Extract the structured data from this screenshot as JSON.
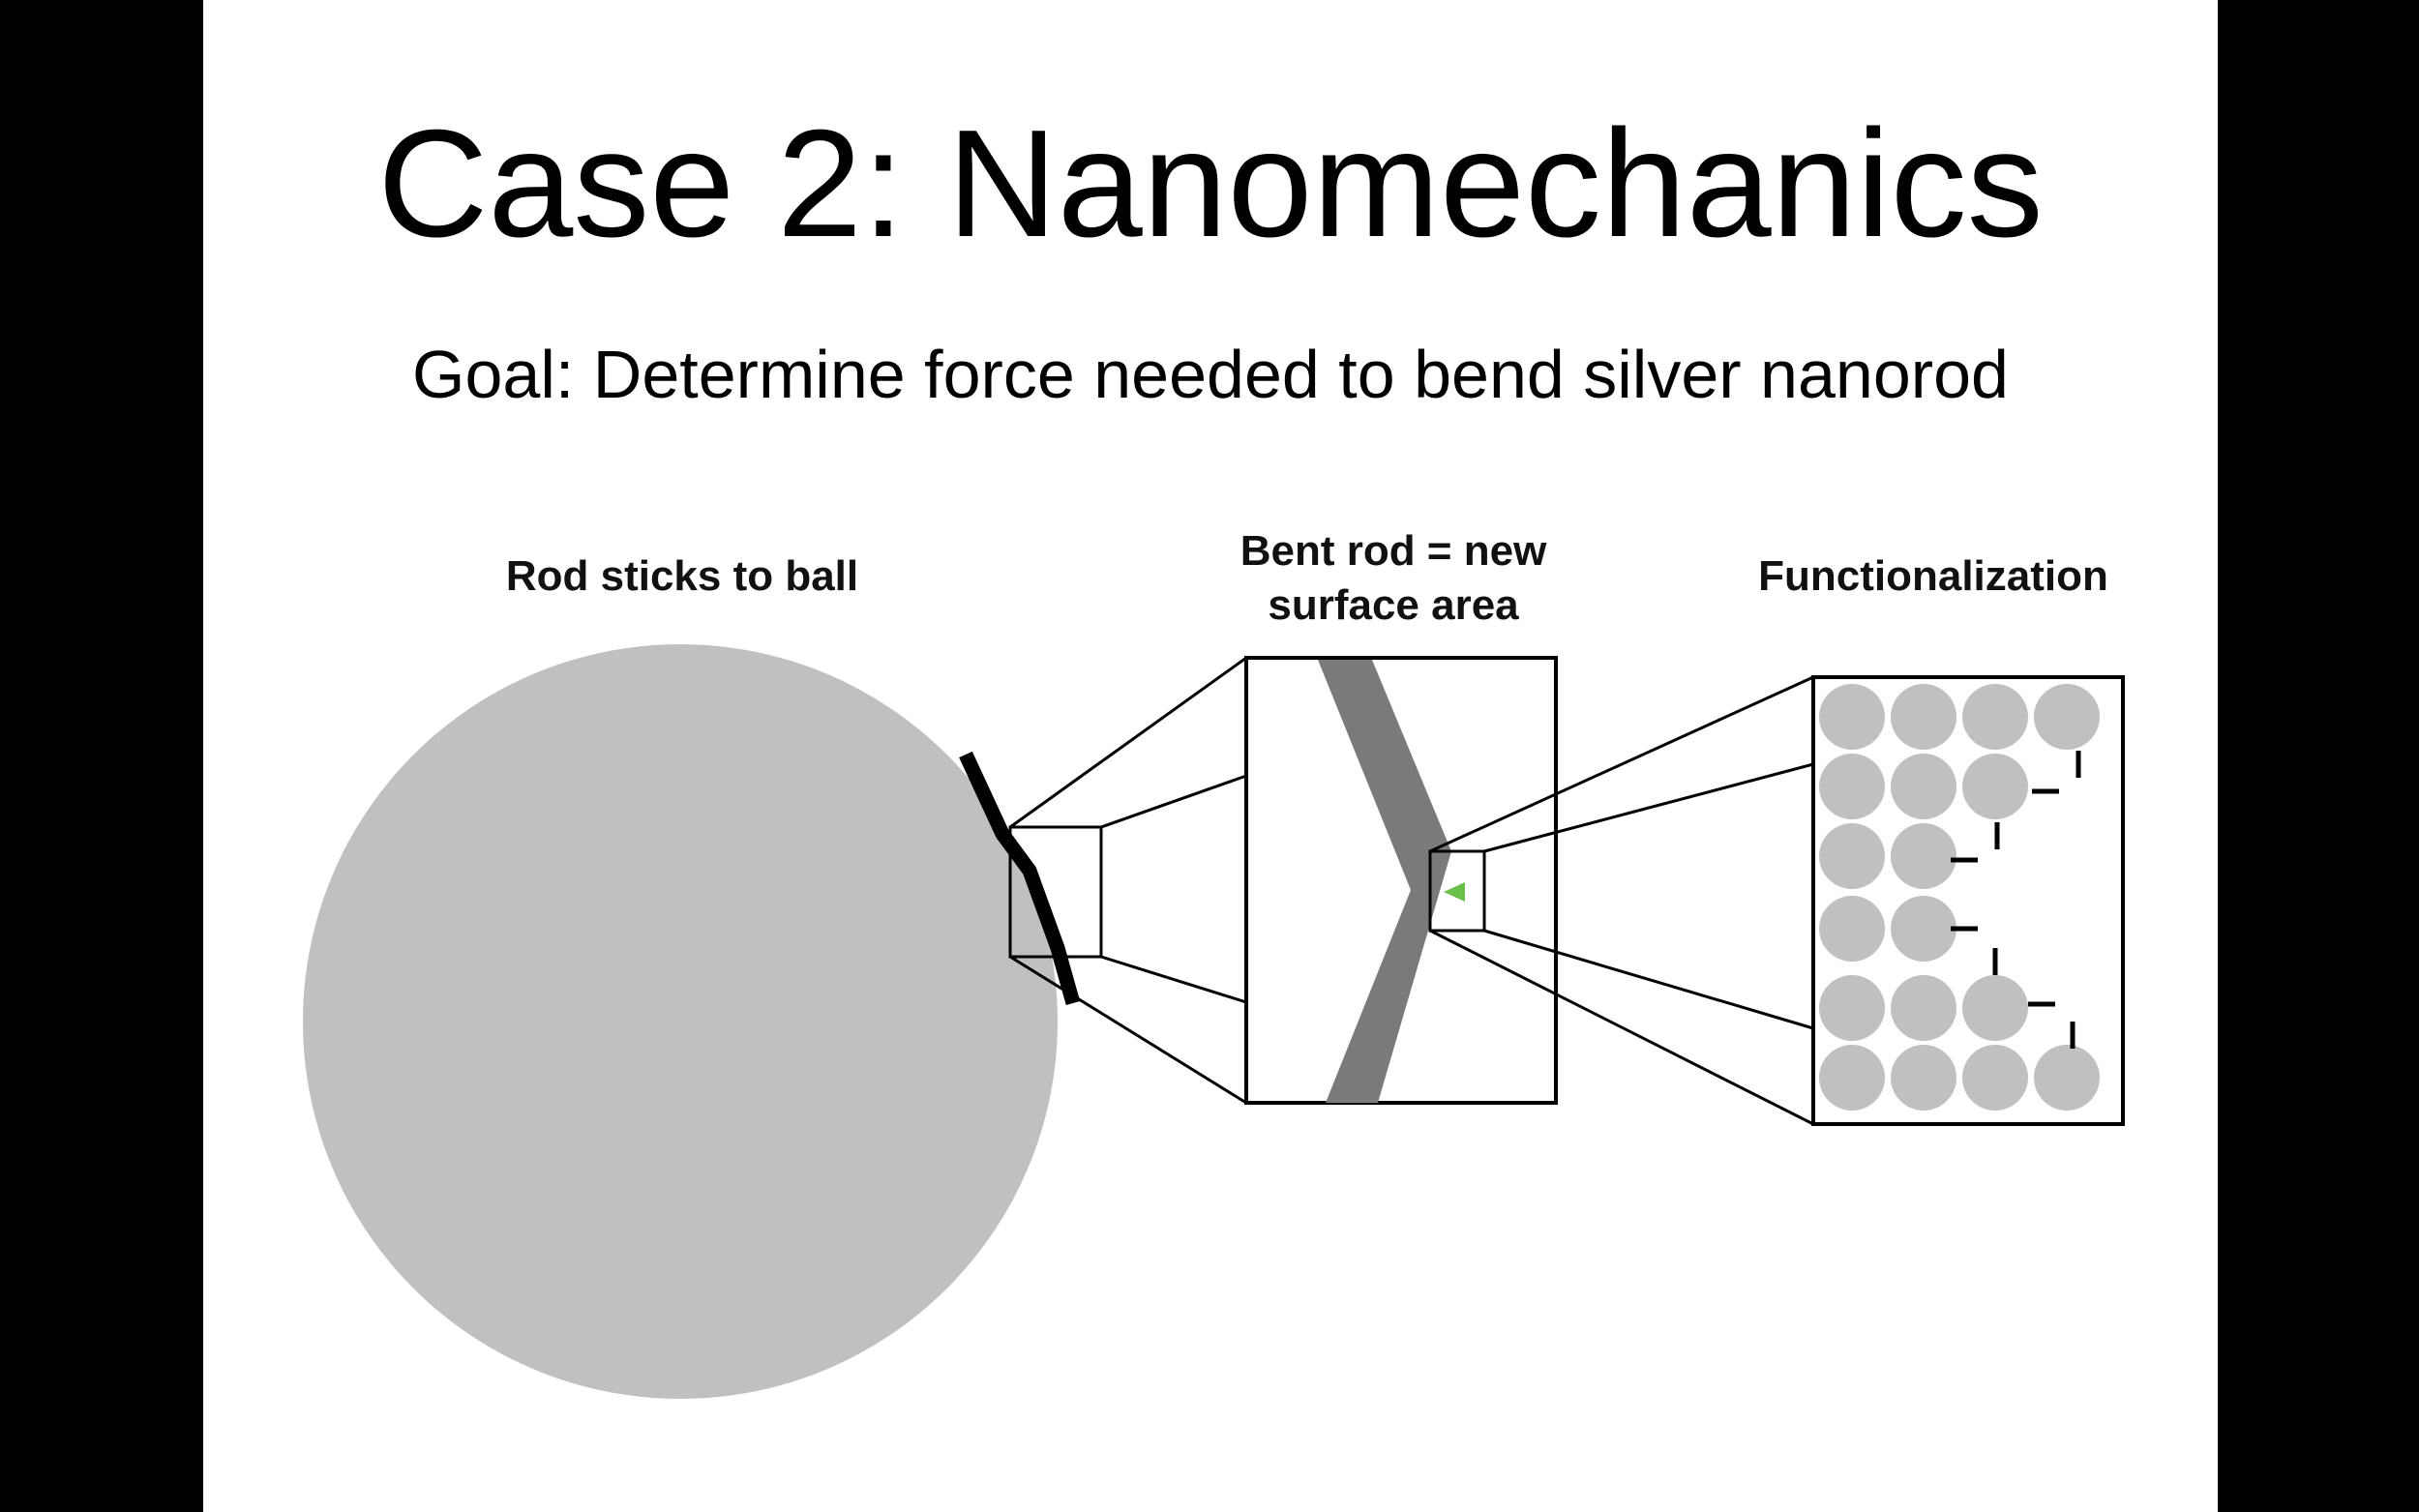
{
  "slide": {
    "title": "Case 2: Nanomechanics",
    "subtitle": "Goal: Determine force needed to bend silver nanorod"
  },
  "panels": {
    "ball": {
      "label": "Rod sticks to ball"
    },
    "zoom": {
      "label_line1": "Bent rod = new",
      "label_line2": "surface area"
    },
    "functional": {
      "label": "Functionalization"
    }
  },
  "colors": {
    "background": "#ffffff",
    "frame": "#000000",
    "ball": "#c0c0c0",
    "rod_zoomed": "#7a7a7a",
    "atom": "#c0c0c0",
    "accent": "#6abf4b"
  }
}
